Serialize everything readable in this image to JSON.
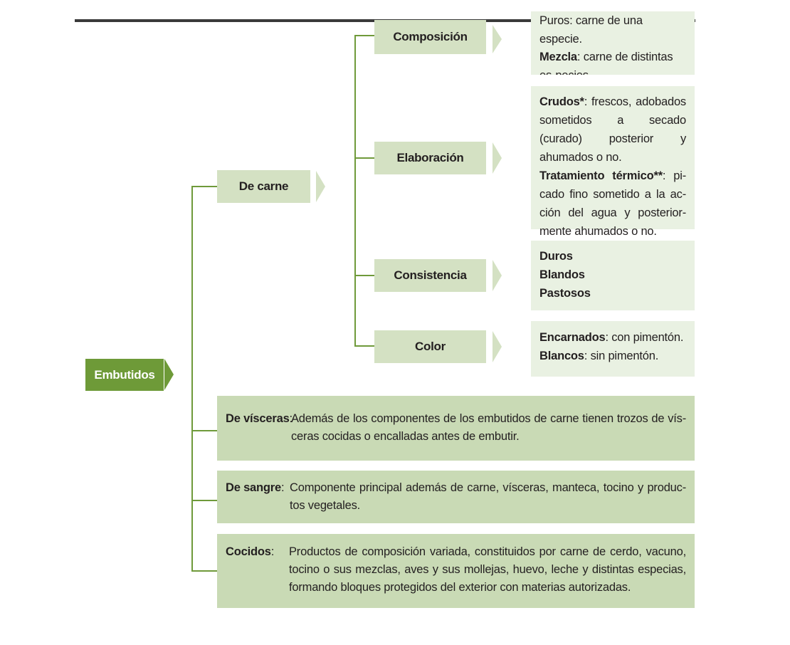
{
  "root": {
    "label": "Embutidos"
  },
  "meat": {
    "label": "De carne",
    "categories": [
      {
        "label": "Composición",
        "items": [
          {
            "term": "",
            "text": "Puros: carne de una especie."
          },
          {
            "term": "Mezcla",
            "text": ": carne de distintas es-pecies."
          }
        ]
      },
      {
        "label": "Elaboración",
        "items": [
          {
            "term": "Crudos*",
            "text": ": frescos, adobados sometidos a secado (curado) posterior y ahumados o no."
          },
          {
            "term": "Tratamiento térmico**",
            "text": ": pi-cado fino sometido a la ac-ción del agua y posterior-mente ahumados o no."
          }
        ]
      },
      {
        "label": "Consistencia",
        "items": [
          {
            "term": "Duros",
            "text": ""
          },
          {
            "term": "Blandos",
            "text": ""
          },
          {
            "term": "Pastosos",
            "text": ""
          }
        ]
      },
      {
        "label": "Color",
        "items": [
          {
            "term": "Encarnados",
            "text": ": con pimentón."
          },
          {
            "term": "Blancos",
            "text": ": sin pimentón."
          }
        ]
      }
    ]
  },
  "others": [
    {
      "label": "De vísceras",
      "sep": ":",
      "text": "Además de los componentes de los embutidos de carne tienen trozos de vís-ceras cocidas o encalladas antes de embutir."
    },
    {
      "label": "De sangre",
      "sep": ":",
      "text": "Componente principal además de carne, vísceras, manteca, tocino y produc-tos vegetales."
    },
    {
      "label": "Cocidos",
      "sep": ":",
      "text": "Productos de composición variada, constituidos por carne de cerdo, vacuno, tocino o sus mezclas, aves y sus mollejas, huevo, leche y distintas especias, formando bloques protegidos del exterior con materias autorizadas."
    }
  ]
}
